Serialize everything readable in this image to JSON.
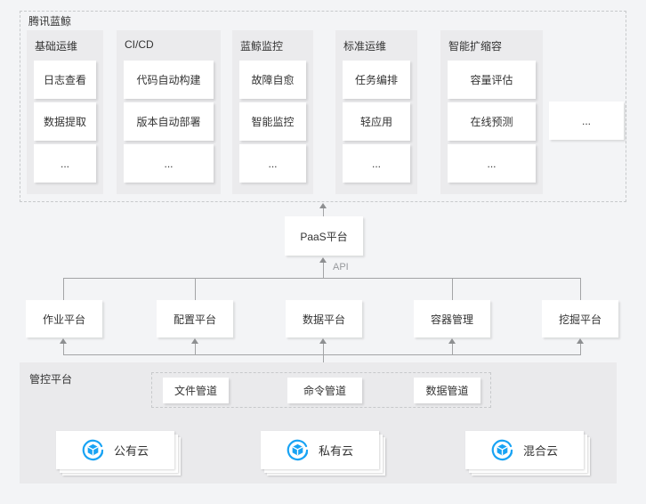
{
  "blueking": {
    "title": "腾讯蓝鲸",
    "columns": [
      {
        "header": "基础运维",
        "items": [
          "日志查看",
          "数据提取",
          "..."
        ]
      },
      {
        "header": "CI/CD",
        "items": [
          "代码自动构建",
          "版本自动部署",
          "..."
        ]
      },
      {
        "header": "蓝鲸监控",
        "items": [
          "故障自愈",
          "智能监控",
          "..."
        ]
      },
      {
        "header": "标准运维",
        "items": [
          "任务编排",
          "轻应用",
          "..."
        ]
      },
      {
        "header": "智能扩缩容",
        "items": [
          "容量评估",
          "在线预测",
          "..."
        ]
      }
    ],
    "more_card_label": "..."
  },
  "middle": {
    "paas_label": "PaaS平台",
    "api_label": "API",
    "platforms": [
      "作业平台",
      "配置平台",
      "数据平台",
      "容器管理",
      "挖掘平台"
    ]
  },
  "control": {
    "title": "管控平台",
    "pipes": [
      "文件管道",
      "命令管道",
      "数据管道"
    ],
    "clouds": [
      "公有云",
      "私有云",
      "混合云"
    ],
    "cloud_icon": "tencent-cloud-icon"
  },
  "colors": {
    "cloud_icon_blue": "#18a3f4",
    "connector_line": "#a3a4a6",
    "panel_gray": "#ebebed",
    "text_dark": "#333333"
  }
}
